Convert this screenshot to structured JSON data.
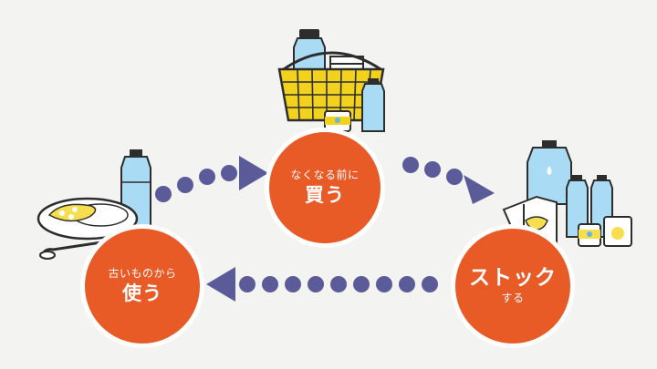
{
  "colors": {
    "background": "#f3f3f1",
    "circle_fill": "#e85a26",
    "arrow": "#5b5b99",
    "basket": "#f2d21d",
    "bottle_water": "#a9dcf4",
    "bottle_cap": "#2d2d2d",
    "curry": "#f6de4f"
  },
  "nodes": {
    "buy": {
      "small": "なくなる前に",
      "big": "買う"
    },
    "use": {
      "small": "古いものから",
      "big": "使う"
    },
    "stock": {
      "big": "ストック",
      "small": "する"
    }
  },
  "icons": {
    "buy": "shopping-basket-with-water-bottles-and-can",
    "use": "curry-rice-plate-with-water-bottle",
    "stock": "water-bottles-retort-pouch-box-and-cans"
  }
}
